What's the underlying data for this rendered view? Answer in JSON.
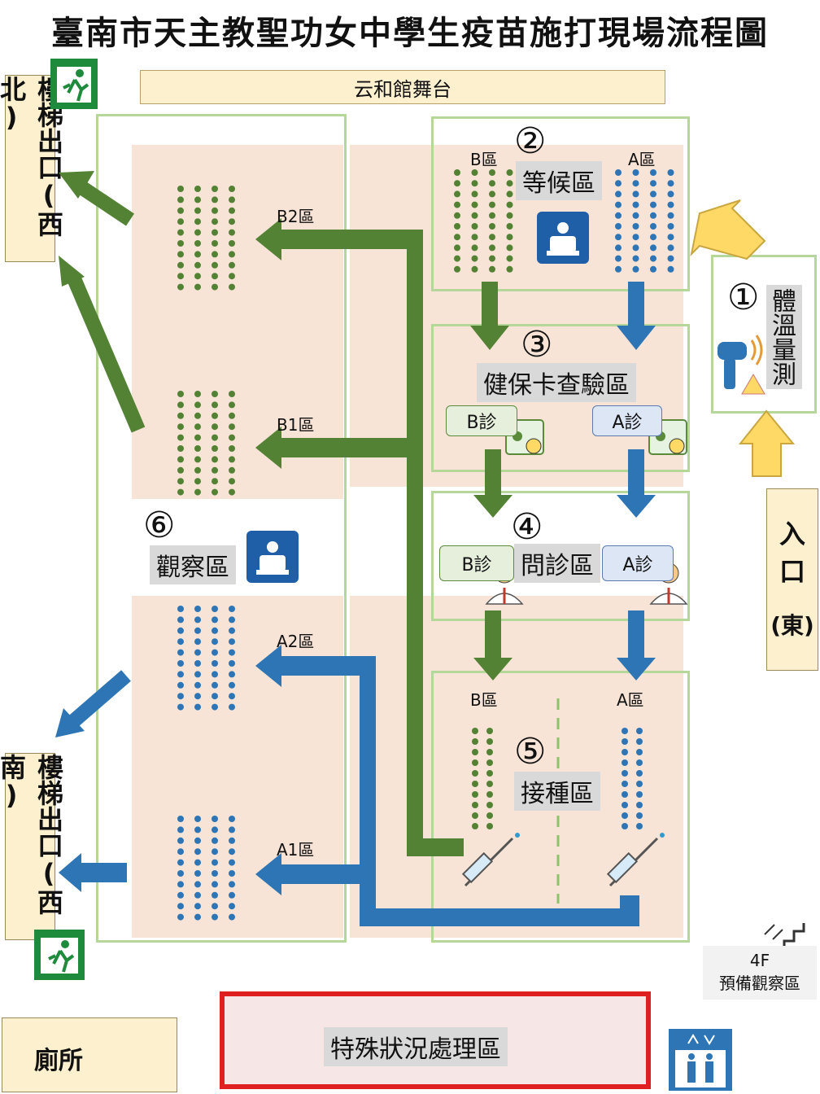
{
  "title": "臺南市天主教聖功女中學生疫苗施打現場流程圖",
  "stage": "云和館舞台",
  "exit_northwest": "樓梯出口(西北)",
  "exit_southwest": "樓梯出口(西南)",
  "entrance": {
    "line1": "入",
    "line2": "口",
    "line3": "(東)"
  },
  "zone1": {
    "number": "①",
    "label": "體溫量測"
  },
  "zone2": {
    "number": "②",
    "label": "等候區",
    "b": "B區",
    "a": "A區"
  },
  "zone3": {
    "number": "③",
    "label": "健保卡查驗區",
    "b": "B診",
    "a": "A診"
  },
  "zone4": {
    "number": "④",
    "label": "問診區",
    "b": "B診",
    "a": "A診"
  },
  "zone5": {
    "number": "⑤",
    "label": "接種區",
    "b": "B區",
    "a": "A區"
  },
  "zone6": {
    "number": "⑥",
    "label": "觀察區"
  },
  "observation_rows": {
    "b2": "B2區",
    "b1": "B1區",
    "a2": "A2區",
    "a1": "A1區"
  },
  "backup": {
    "floor": "4F",
    "label": "預備觀察區"
  },
  "emergency": "特殊狀況處理區",
  "toilet": "廁所",
  "colors": {
    "green": "#548235",
    "blue": "#2e75b6",
    "yellow": "#ffd966",
    "red": "#e02020"
  }
}
